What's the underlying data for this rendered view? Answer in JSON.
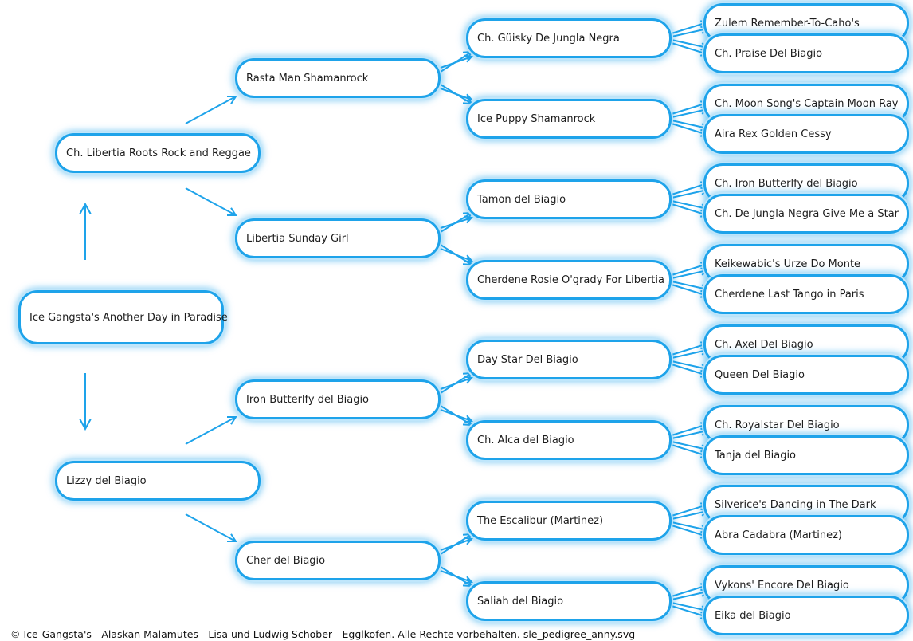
{
  "dog": "Ice Gangsta's Another Day in Paradise",
  "parents": {
    "sire": "Ch. Libertia Roots Rock and Reggae",
    "dam": "Lizzy del Biagio"
  },
  "grandparents": {
    "sire_sire": "Rasta Man Shamanrock",
    "sire_dam": "Libertia Sunday Girl",
    "dam_sire": "Iron Butterlfy del Biagio",
    "dam_dam": "Cher del Biagio"
  },
  "great_grandparents": [
    "Ch. Güisky De Jungla Negra",
    "Ice Puppy Shamanrock",
    "Tamon del Biagio",
    "Cherdene Rosie O'grady For Libertia",
    "Day Star Del Biagio",
    "Ch. Alca del Biagio",
    "The Escalibur (Martinez)",
    "Saliah del Biagio"
  ],
  "great_great_grandparents": [
    "Zulem Remember-To-Caho's",
    "Ch. Praise Del Biagio",
    "Ch. Moon Song's Captain Moon Ray",
    "Aira Rex Golden Cessy",
    "Ch. Iron Butterlfy del Biagio",
    "Ch. De Jungla Negra Give Me a Star",
    "Keikewabic's Urze Do Monte",
    "Cherdene Last Tango in Paris",
    "Ch. Axel Del Biagio",
    "Queen Del Biagio",
    "Ch. Royalstar Del Biagio",
    "Tanja del Biagio",
    "Silverice's Dancing in The Dark",
    "Abra Cadabra (Martinez)",
    "Vykons' Encore Del Biagio",
    "Eika del Biagio"
  ],
  "credit": "© Ice-Gangsta's - Alaskan Malamutes - Lisa und Ludwig Schober - Egglkofen. Alle Rechte vorbehalten.  sle_pedigree_anny.svg",
  "colors": {
    "accent": "#1ea3ea",
    "glow": "#bfe6fb",
    "text": "#1c1c1c",
    "background": "#ffffff"
  }
}
